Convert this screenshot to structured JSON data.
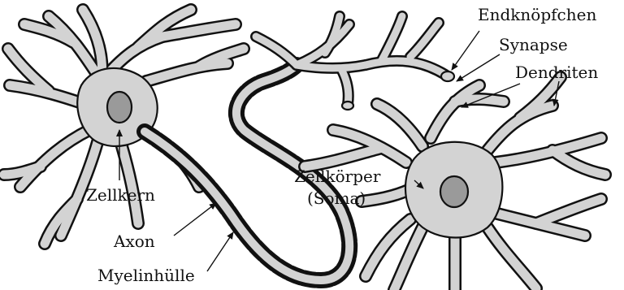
{
  "figure": {
    "labels": {
      "endknoepfchen": "Endknöpfchen",
      "synapse": "Synapse",
      "dendriten": "Dendriten",
      "zellkern": "Zellkern",
      "axon": "Axon",
      "myelinhuelle": "Myelinhülle",
      "zellkoerper": "Zellkörper",
      "soma": "(Soma)"
    },
    "colors": {
      "cell_fill": "#d3d3d3",
      "nucleus_fill": "#9a9a9a",
      "outline": "#111111",
      "background": "#ffffff"
    }
  }
}
